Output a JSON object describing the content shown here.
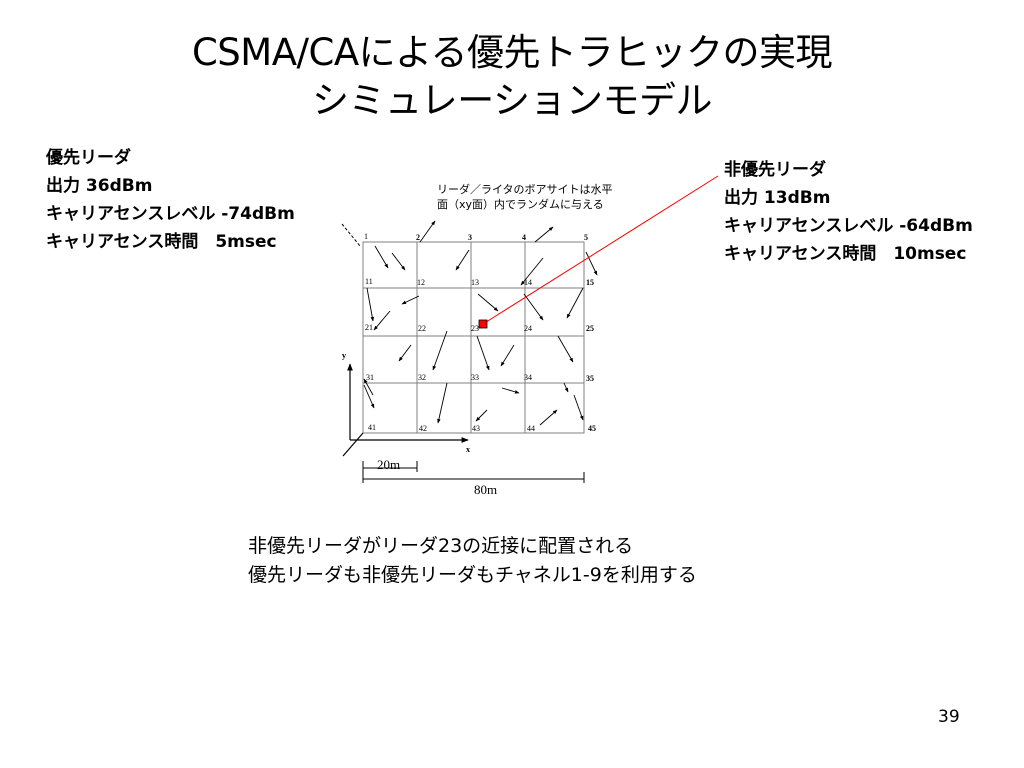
{
  "title": {
    "line1": "CSMA/CAによる優先トラヒックの実現",
    "line2": "シミュレーションモデル"
  },
  "priority_leader": {
    "heading": "優先リーダ",
    "power": "出力 36dBm",
    "cs_level": "キャリアセンスレベル -74dBm",
    "cs_time": "キャリアセンス時間　5msec"
  },
  "non_priority_leader": {
    "heading": "非優先リーダ",
    "power": "出力 13dBm",
    "cs_level": "キャリアセンスレベル -64dBm",
    "cs_time": "キャリアセンス時間　10msec"
  },
  "note": {
    "line1": "リーダ／ライタのボアサイトは水平",
    "line2": "面（xy面）内でランダムに与える"
  },
  "grid": {
    "labels": [
      "1",
      "2",
      "3",
      "4",
      "5",
      "11",
      "12",
      "13",
      "14",
      "15",
      "21",
      "22",
      "23",
      "24",
      "25",
      "31",
      "32",
      "33",
      "34",
      "35",
      "41",
      "42",
      "43",
      "44",
      "45"
    ],
    "axis_x": "x",
    "axis_y": "y",
    "cell_size": "20m",
    "total_size": "80m"
  },
  "bottom": {
    "line1": "非優先リーダがリーダ23の近接に配置される",
    "line2": "優先リーダも非優先リーダもチャネル1-9を利用する"
  },
  "page_number": "39",
  "colors": {
    "grid": "#808080",
    "non_priority_marker": "#ff0000",
    "pointer_line": "#ff0000"
  }
}
